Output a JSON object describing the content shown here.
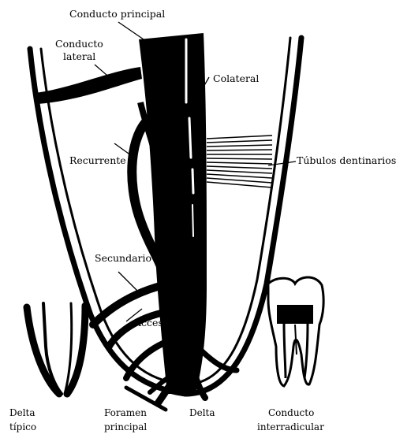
{
  "labels": {
    "conducto_principal": "Conducto principal",
    "conducto_lateral_1": "Conducto",
    "conducto_lateral_2": "lateral",
    "colateral": "Colateral",
    "recurrente": "Recurrente",
    "tubulos": "Túbulos dentinarios",
    "secundario": "Secundario",
    "accesorio": "Accesorio",
    "delta_tipico_1": "Delta",
    "delta_tipico_2": "típico",
    "foramen_1": "Foramen",
    "foramen_2": "principal",
    "delta": "Delta",
    "interradicular_1": "Conducto",
    "interradicular_2": "interradicular"
  },
  "colors": {
    "ink": "#000000",
    "paper": "#ffffff"
  }
}
